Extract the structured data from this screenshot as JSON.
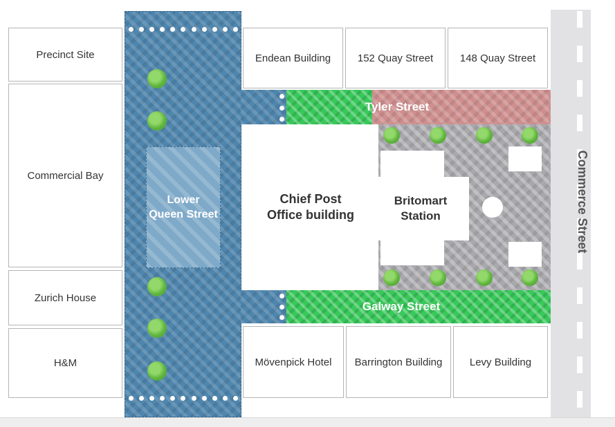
{
  "buildings": {
    "precinct_site": "Precinct Site",
    "commercial_bay": "Commercial Bay",
    "zurich_house": "Zurich House",
    "hm": "H&M",
    "endean": "Endean Building",
    "quay152": "152 Quay Street",
    "quay148": "148 Quay Street",
    "movenpick": "Mövenpick Hotel",
    "barrington": "Barrington Building",
    "levy": "Levy Building",
    "chief_post_office_line1": "Chief Post",
    "chief_post_office_line2": "Office building",
    "britomart_line1": "Britomart",
    "britomart_line2": "Station"
  },
  "streets": {
    "lower_queen_line1": "Lower",
    "lower_queen_line2": "Queen Street",
    "tyler": "Tyler Street",
    "galway": "Galway Street",
    "commerce": "Commerce Street"
  },
  "colors": {
    "pedestrian_blue": "#4f86ae",
    "shared_green": "#38c95a",
    "tyler_red": "#cf8f8f",
    "plaza_grey": "#a9a9ad",
    "road_grey": "#e2e2e4"
  }
}
